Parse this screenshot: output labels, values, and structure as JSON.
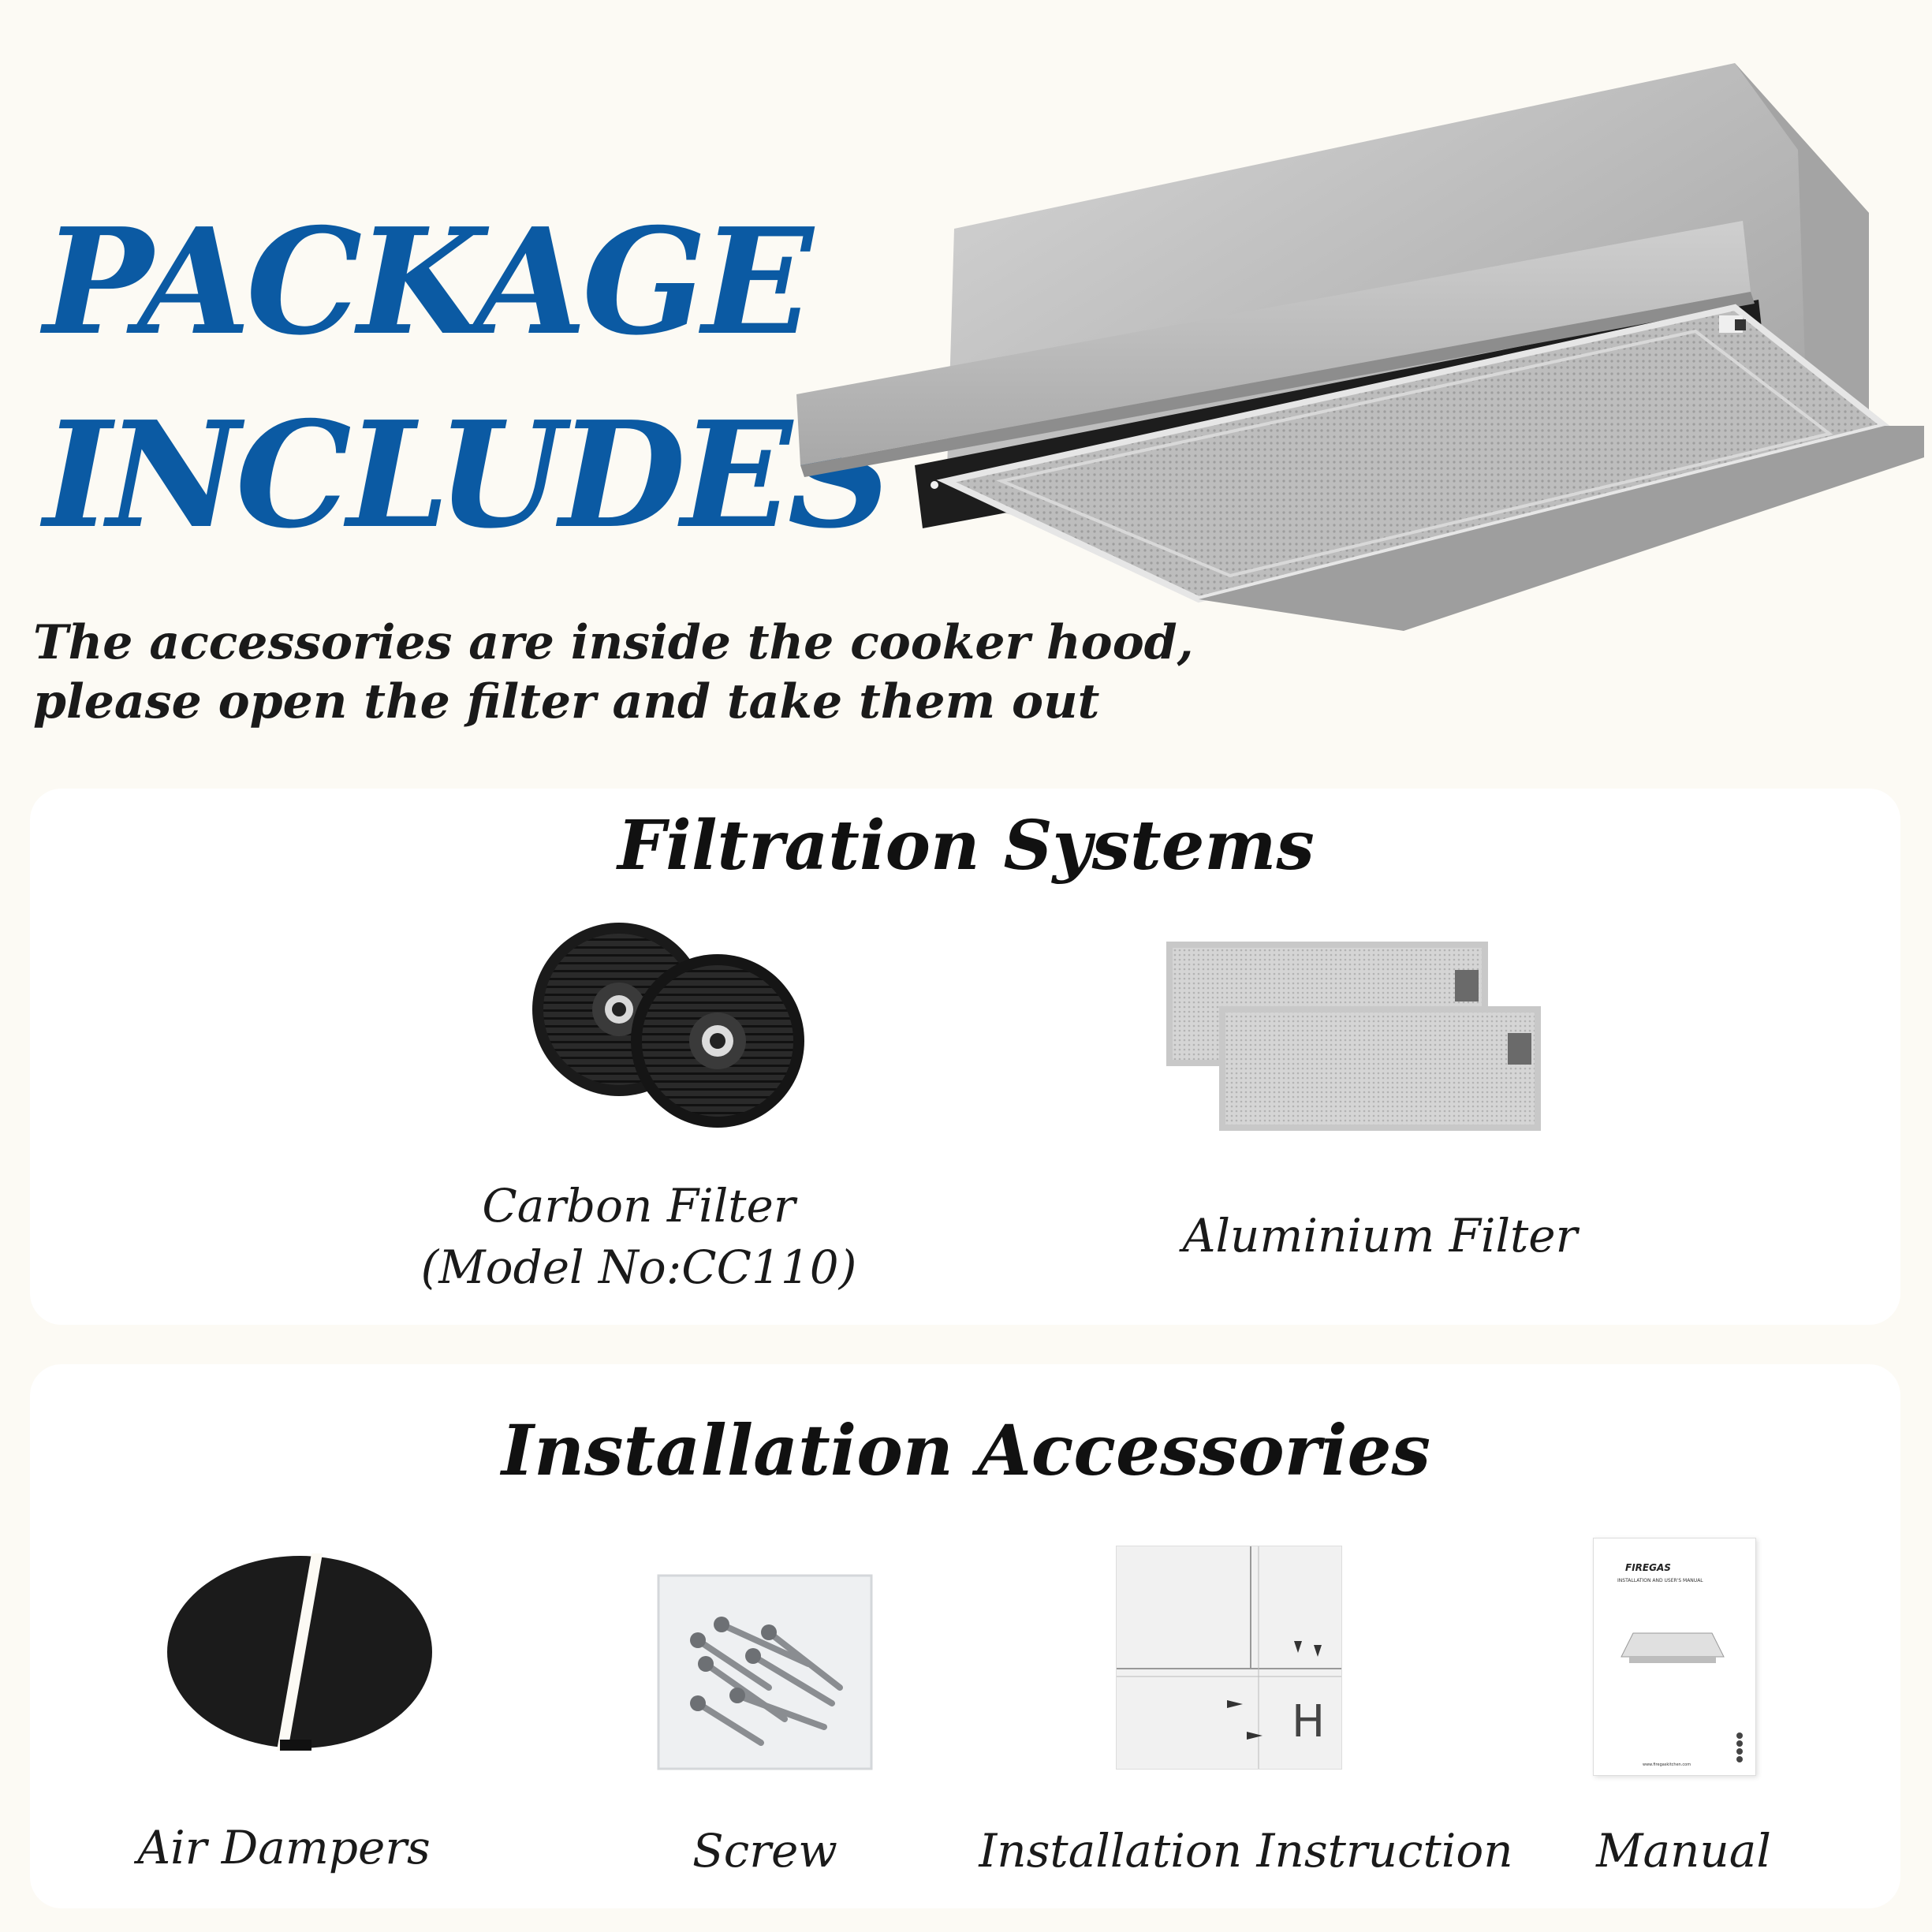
{
  "header": {
    "title_line1": "PACKAGE",
    "title_line2": "INCLUDES",
    "subtitle_line1": "The accessories are inside the cooker hood,",
    "subtitle_line2": "please open the filter and take them out"
  },
  "filtration": {
    "title": "Filtration Systems",
    "carbon_filter": {
      "name": "Carbon Filter",
      "model": "(Model No:CC110)"
    },
    "aluminium_filter": {
      "name": "Aluminium Filter"
    }
  },
  "installation": {
    "title": "Installation Accessories",
    "items": [
      {
        "label": "Air Dampers"
      },
      {
        "label": "Screw"
      },
      {
        "label": "Installation Instruction"
      },
      {
        "label": "Manual"
      }
    ]
  },
  "manual_cover": {
    "brand": "FIREGAS",
    "subtitle": "INSTALLATION AND USER'S MANUAL",
    "website": "www.firegaskitchen.com"
  },
  "instruction_sheet": {
    "mark": "H"
  },
  "colors": {
    "title_blue": "#0b5aa3",
    "background": "#fcfaf4",
    "card": "#ffffff"
  }
}
